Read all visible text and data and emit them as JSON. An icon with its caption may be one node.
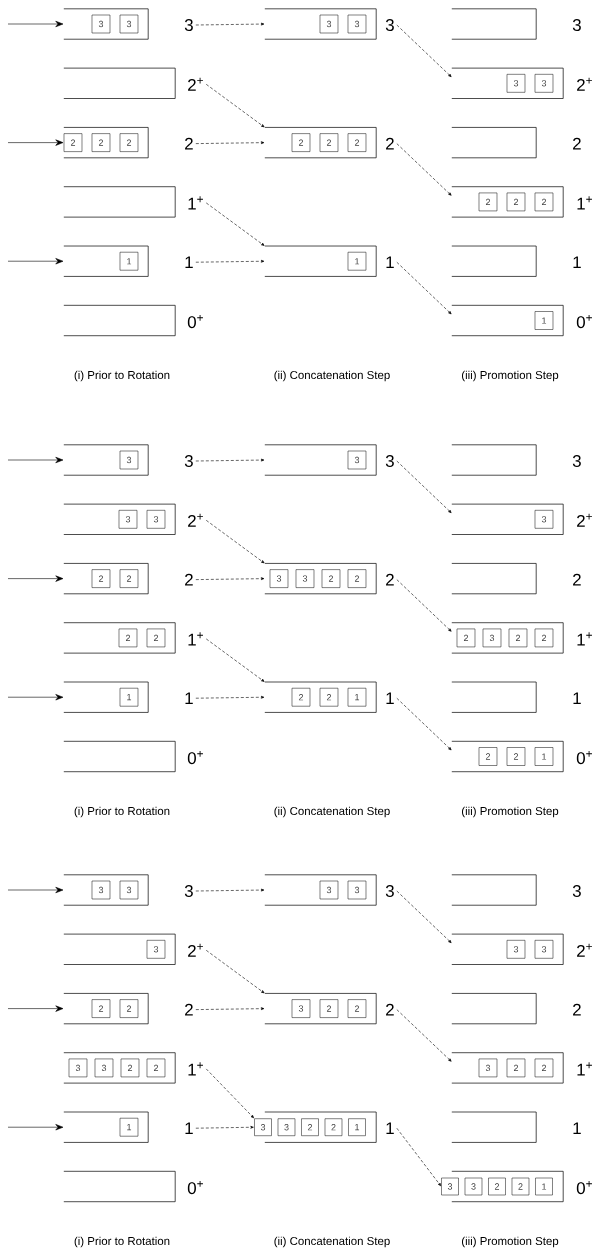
{
  "diagram": {
    "nodes": [
      {
        "text": [
          "3"
        ]
      },
      {
        "text": [
          "3"
        ],
        "in": 0
      },
      {
        "text": [
          "3"
        ],
        "in": 0
      },
      {
        "text": [
          "3"
        ]
      },
      {
        "text": [
          "3"
        ],
        "in": 3
      },
      {
        "text": [
          "3"
        ],
        "in": 3
      },
      {
        "text": [
          "3"
        ]
      },
      {
        "text": [
          "2$^{+}$"
        ]
      },
      {
        "text": [
          "2$^{+}$"
        ]
      },
      {
        "text": [
          "3"
        ],
        "in": 8
      },
      {
        "text": [
          "3"
        ],
        "in": 8
      },
      {
        "text": [
          "2"
        ]
      },
      {
        "text": [
          "2"
        ],
        "in": 11
      },
      {
        "text": [
          "2"
        ],
        "in": 11
      },
      {
        "text": [
          "2"
        ],
        "in": 11
      },
      {
        "text": [
          "2"
        ]
      },
      {
        "text": [
          "2"
        ],
        "in": 15
      },
      {
        "text": [
          "2"
        ],
        "in": 15
      },
      {
        "text": [
          "2"
        ],
        "in": 15
      },
      {
        "text": [
          "2"
        ]
      },
      {
        "text": [
          "1$^{+}$"
        ]
      },
      {
        "text": [
          "1$^{+}$"
        ]
      },
      {
        "text": [
          "2"
        ],
        "in": 21
      },
      {
        "text": [
          "2"
        ],
        "in": 21
      },
      {
        "text": [
          "2"
        ],
        "in": 21
      },
      {
        "text": [
          "1"
        ]
      },
      {
        "text": [
          "1"
        ],
        "in": 25
      },
      {
        "text": [
          "1"
        ]
      },
      {
        "text": [
          "1"
        ],
        "in": 27
      },
      {
        "text": [
          "1"
        ]
      },
      {
        "text": [
          "0$^{+}$"
        ]
      },
      {
        "text": [
          "0$^{+}$"
        ]
      },
      {
        "text": [
          "1"
        ],
        "in": 31
      },
      {
        "text": [
          "3"
        ]
      },
      {
        "text": [
          "3"
        ],
        "in": 33
      },
      {
        "text": [
          "3"
        ]
      },
      {
        "text": [
          "3"
        ],
        "in": 35
      },
      {
        "text": [
          "3"
        ]
      },
      {
        "text": [
          "2$^{+}$"
        ]
      },
      {
        "text": [
          "3"
        ],
        "in": 38
      },
      {
        "text": [
          "3"
        ],
        "in": 38
      },
      {
        "text": [
          "2$^{+}$"
        ]
      },
      {
        "text": [
          "3"
        ],
        "in": 41
      },
      {
        "text": [
          "2"
        ]
      },
      {
        "text": [
          "2"
        ],
        "in": 43
      },
      {
        "text": [
          "2"
        ],
        "in": 43
      },
      {
        "text": [
          "2"
        ]
      },
      {
        "text": [
          "3"
        ],
        "in": 46
      },
      {
        "text": [
          "3"
        ],
        "in": 46
      },
      {
        "text": [
          "2"
        ],
        "in": 46
      },
      {
        "text": [
          "2"
        ],
        "in": 46
      },
      {
        "text": [
          "2"
        ]
      },
      {
        "text": [
          "1$^{+}$"
        ]
      },
      {
        "text": [
          "2"
        ],
        "in": 52
      },
      {
        "text": [
          "2"
        ],
        "in": 52
      },
      {
        "text": [
          "1$^{+}$"
        ]
      },
      {
        "text": [
          "2"
        ],
        "in": 55
      },
      {
        "text": [
          "3"
        ],
        "in": 55
      },
      {
        "text": [
          "2"
        ],
        "in": 55
      },
      {
        "text": [
          "2"
        ],
        "in": 55
      },
      {
        "text": [
          "1"
        ]
      },
      {
        "text": [
          "1"
        ],
        "in": 60
      },
      {
        "text": [
          "1"
        ]
      },
      {
        "text": [
          "2"
        ],
        "in": 62
      },
      {
        "text": [
          "2"
        ],
        "in": 62
      },
      {
        "text": [
          "1"
        ],
        "in": 62
      },
      {
        "text": [
          "1"
        ]
      },
      {
        "text": [
          "0$^{+}$"
        ]
      },
      {
        "text": [
          "0$^{+}$"
        ]
      },
      {
        "text": [
          "2"
        ],
        "in": 68
      },
      {
        "text": [
          "2"
        ],
        "in": 68
      },
      {
        "text": [
          "1"
        ],
        "in": 68
      },
      {
        "text": [
          "3"
        ]
      },
      {
        "text": [
          "3"
        ],
        "in": 72
      },
      {
        "text": [
          "3"
        ],
        "in": 72
      },
      {
        "text": [
          "3"
        ]
      },
      {
        "text": [
          "3"
        ],
        "in": 75
      },
      {
        "text": [
          "3"
        ],
        "in": 75
      },
      {
        "text": [
          "3"
        ]
      },
      {
        "text": [
          "2$^{+}$"
        ]
      },
      {
        "text": [
          "3"
        ],
        "in": 79
      },
      {
        "text": [
          "2$^{+}$"
        ]
      },
      {
        "text": [
          "3"
        ],
        "in": 81
      },
      {
        "text": [
          "3"
        ],
        "in": 81
      },
      {
        "text": [
          "2"
        ]
      },
      {
        "text": [
          "2"
        ],
        "in": 84
      },
      {
        "text": [
          "2"
        ],
        "in": 84
      },
      {
        "text": [
          "2"
        ]
      },
      {
        "text": [
          "3"
        ],
        "in": 87
      },
      {
        "text": [
          "2"
        ],
        "in": 87
      },
      {
        "text": [
          "2"
        ],
        "in": 87
      },
      {
        "text": [
          "2"
        ]
      },
      {
        "text": [
          "1$^{+}$"
        ]
      },
      {
        "text": [
          "3"
        ],
        "in": 92
      },
      {
        "text": [
          "3"
        ],
        "in": 92
      },
      {
        "text": [
          "2"
        ],
        "in": 92
      },
      {
        "text": [
          "2"
        ],
        "in": 92
      },
      {
        "text": [
          "1$^{+}$"
        ]
      },
      {
        "text": [
          "3"
        ],
        "in": 97
      },
      {
        "text": [
          "2"
        ],
        "in": 97
      },
      {
        "text": [
          "2"
        ],
        "in": 97
      },
      {
        "text": [
          "1"
        ]
      },
      {
        "text": [
          "1"
        ],
        "in": 101
      },
      {
        "text": [
          "1"
        ]
      },
      {
        "text": [
          "3"
        ],
        "in": 103
      },
      {
        "text": [
          "3"
        ],
        "in": 103
      },
      {
        "text": [
          "2"
        ],
        "in": 103
      },
      {
        "text": [
          "2"
        ],
        "in": 103
      },
      {
        "text": [
          "1"
        ],
        "in": 103
      },
      {
        "text": [
          "1"
        ]
      },
      {
        "text": [
          "0$^{+}$"
        ]
      },
      {
        "text": [
          "0$^{+}$"
        ]
      },
      {
        "text": [
          "3"
        ],
        "in": 111
      },
      {
        "text": [
          "3"
        ],
        "in": 111
      },
      {
        "text": [
          "2"
        ],
        "in": 111
      },
      {
        "text": [
          "2"
        ],
        "in": 111
      },
      {
        "text": [
          "1"
        ],
        "in": 111
      }
    ],
    "edges": [
      {
        "from": null,
        "to": 0,
        "arrow": "to"
      },
      {
        "from": 0,
        "to": 3,
        "arrow": "to",
        "style": "dashed"
      },
      {
        "from": 3,
        "to": 8,
        "arrow": "to",
        "style": "dashed"
      },
      {
        "from": 7,
        "to": 15,
        "arrow": "to",
        "style": "dashed"
      },
      {
        "from": null,
        "to": 11,
        "arrow": "to"
      },
      {
        "from": 11,
        "to": 15,
        "arrow": "to",
        "style": "dashed"
      },
      {
        "from": 15,
        "to": 21,
        "arrow": "to",
        "style": "dashed"
      },
      {
        "from": 20,
        "to": 27,
        "arrow": "to",
        "style": "dashed"
      },
      {
        "from": null,
        "to": 25,
        "arrow": "to"
      },
      {
        "from": 25,
        "to": 27,
        "arrow": "to",
        "style": "dashed"
      },
      {
        "from": 27,
        "to": 31,
        "arrow": "to",
        "style": "dashed"
      },
      {
        "from": null,
        "to": 33,
        "arrow": "to"
      },
      {
        "from": 33,
        "to": 35,
        "arrow": "to",
        "style": "dashed"
      },
      {
        "from": 35,
        "to": 41,
        "arrow": "to",
        "style": "dashed"
      },
      {
        "from": 38,
        "to": 46,
        "arrow": "to",
        "style": "dashed"
      },
      {
        "from": null,
        "to": 43,
        "arrow": "to"
      },
      {
        "from": 43,
        "to": 46,
        "arrow": "to",
        "style": "dashed"
      },
      {
        "from": 46,
        "to": 55,
        "arrow": "to",
        "style": "dashed"
      },
      {
        "from": 52,
        "to": 62,
        "arrow": "to",
        "style": "dashed"
      },
      {
        "from": null,
        "to": 60,
        "arrow": "to"
      },
      {
        "from": 60,
        "to": 62,
        "arrow": "to",
        "style": "dashed"
      },
      {
        "from": 62,
        "to": 68,
        "arrow": "to",
        "style": "dashed"
      },
      {
        "from": null,
        "to": 72,
        "arrow": "to"
      },
      {
        "from": 72,
        "to": 75,
        "arrow": "to",
        "style": "dashed"
      },
      {
        "from": 75,
        "to": 81,
        "arrow": "to",
        "style": "dashed"
      },
      {
        "from": 79,
        "to": 87,
        "arrow": "to",
        "style": "dashed"
      },
      {
        "from": null,
        "to": 84,
        "arrow": "to"
      },
      {
        "from": 84,
        "to": 87,
        "arrow": "to",
        "style": "dashed"
      },
      {
        "from": 87,
        "to": 97,
        "arrow": "to",
        "style": "dashed"
      },
      {
        "from": 92,
        "to": 103,
        "arrow": "to",
        "style": "dashed"
      },
      {
        "from": null,
        "to": 101,
        "arrow": "to"
      },
      {
        "from": 101,
        "to": 103,
        "arrow": "to",
        "style": "dashed"
      },
      {
        "from": 103,
        "to": 111,
        "arrow": "to",
        "style": "dashed"
      }
    ],
    "labels": [
      "(i) Prior to Rotation",
      "(ii) Concatenation Step",
      "(iii) Promotion Step",
      "(i) Prior to Rotation",
      "(ii) Concatenation Step",
      "(iii) Promotion Step",
      "(i) Prior to Rotation",
      "(ii) Concatenation Step",
      "(iii) Promotion Step"
    ]
  }
}
